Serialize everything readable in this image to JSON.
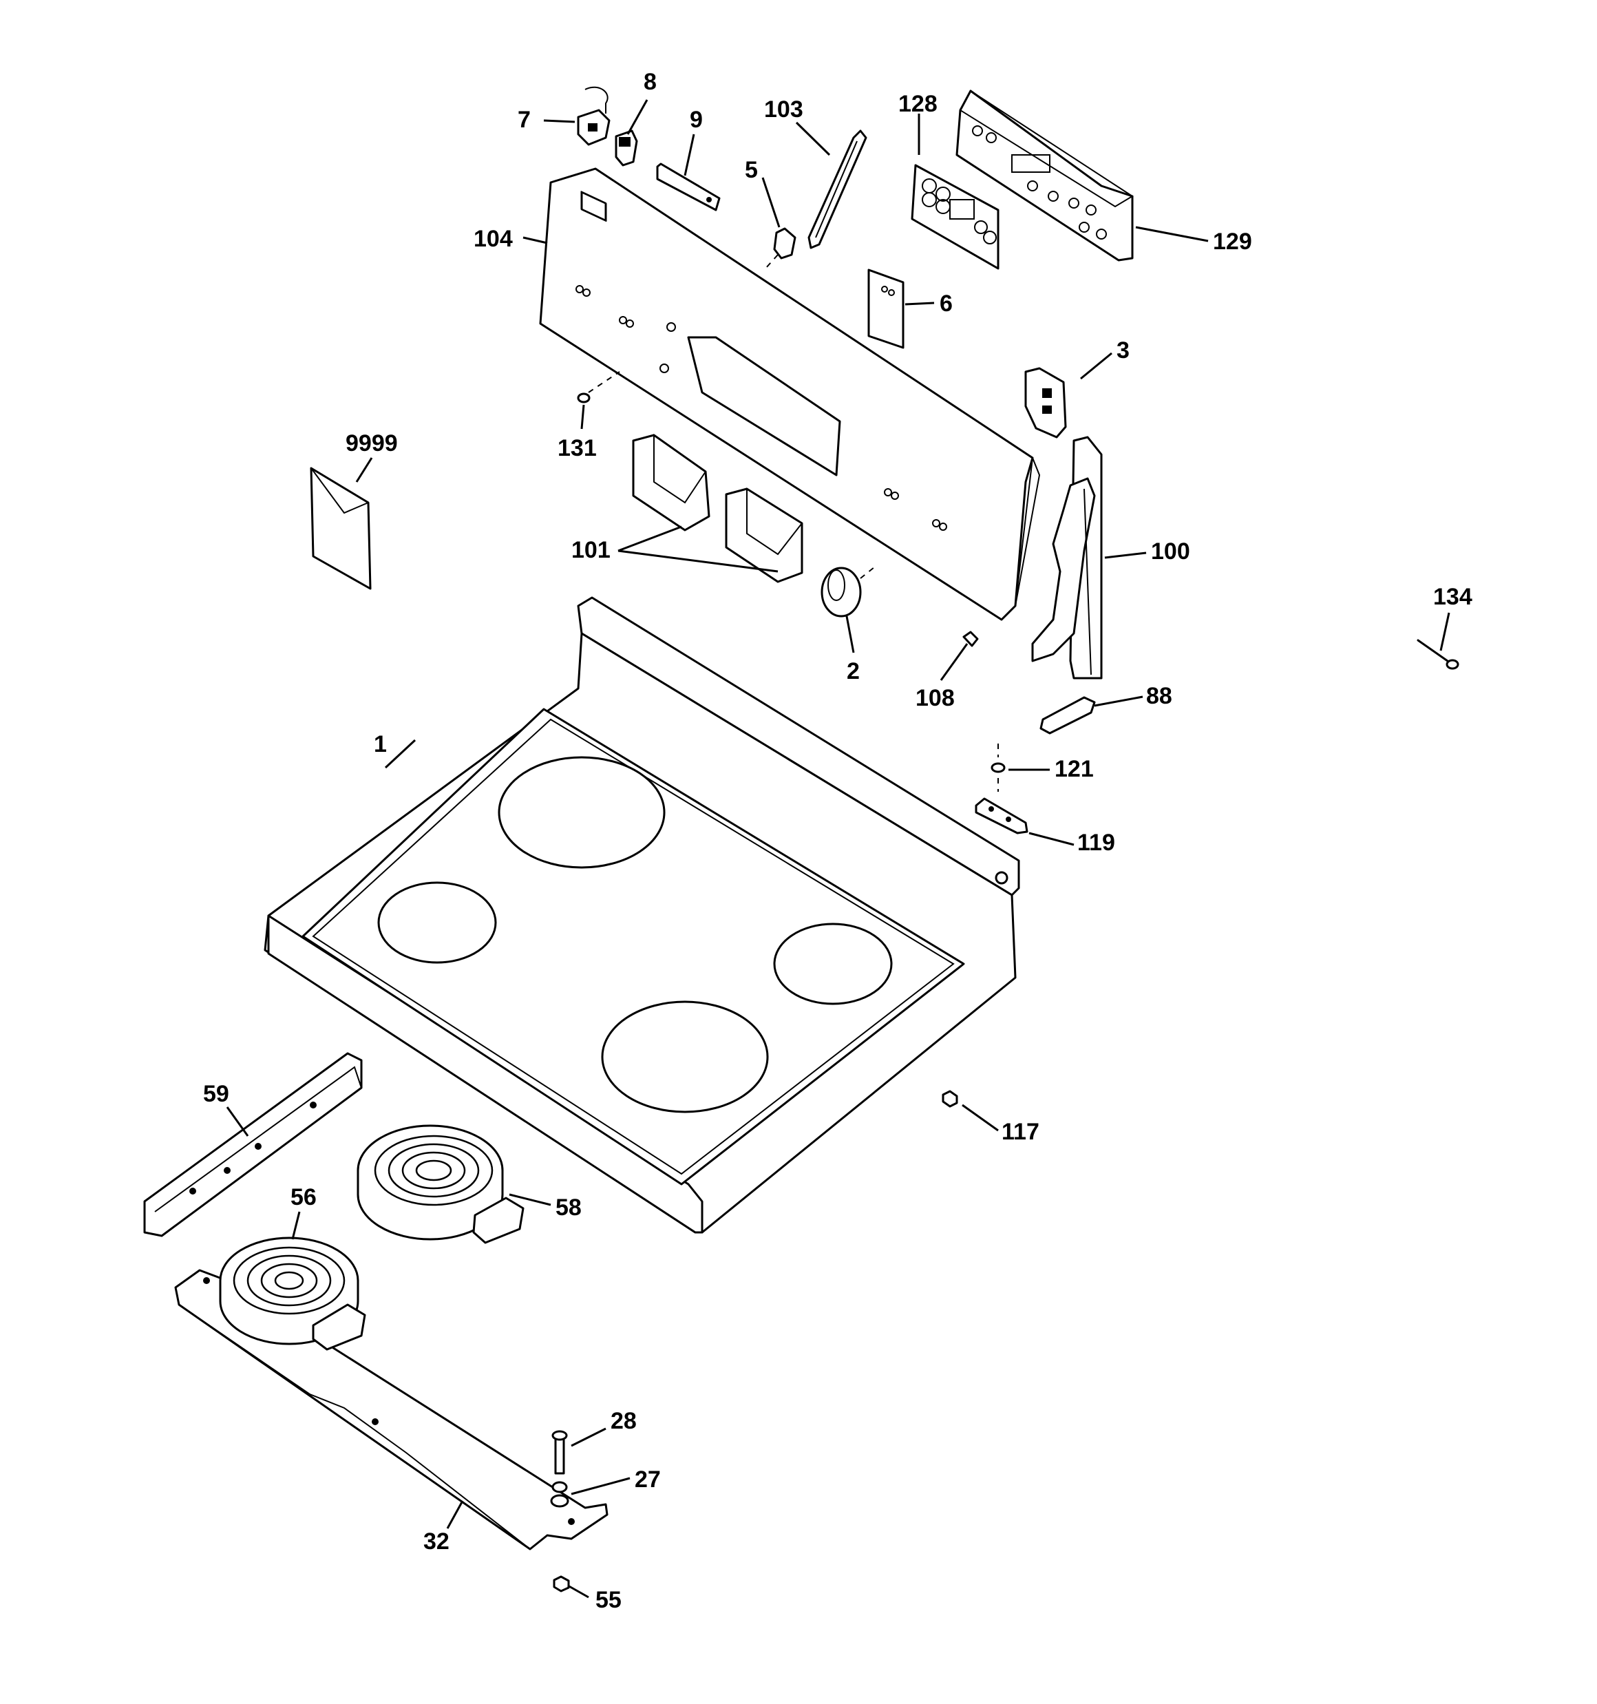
{
  "colors": {
    "line": "#000000",
    "background": "#ffffff"
  },
  "callouts": [
    {
      "key": "c1",
      "text": "1"
    },
    {
      "key": "c2",
      "text": "2"
    },
    {
      "key": "c3",
      "text": "3"
    },
    {
      "key": "c5",
      "text": "5"
    },
    {
      "key": "c6",
      "text": "6"
    },
    {
      "key": "c7",
      "text": "7"
    },
    {
      "key": "c8",
      "text": "8"
    },
    {
      "key": "c9",
      "text": "9"
    },
    {
      "key": "c27",
      "text": "27"
    },
    {
      "key": "c28",
      "text": "28"
    },
    {
      "key": "c32",
      "text": "32"
    },
    {
      "key": "c55",
      "text": "55"
    },
    {
      "key": "c56",
      "text": "56"
    },
    {
      "key": "c58",
      "text": "58"
    },
    {
      "key": "c59",
      "text": "59"
    },
    {
      "key": "c88",
      "text": "88"
    },
    {
      "key": "c100",
      "text": "100"
    },
    {
      "key": "c101",
      "text": "101"
    },
    {
      "key": "c103",
      "text": "103"
    },
    {
      "key": "c104",
      "text": "104"
    },
    {
      "key": "c108",
      "text": "108"
    },
    {
      "key": "c117",
      "text": "117"
    },
    {
      "key": "c119",
      "text": "119"
    },
    {
      "key": "c121",
      "text": "121"
    },
    {
      "key": "c128",
      "text": "128"
    },
    {
      "key": "c129",
      "text": "129"
    },
    {
      "key": "c131",
      "text": "131"
    },
    {
      "key": "c134",
      "text": "134"
    },
    {
      "key": "c9999",
      "text": "9999"
    }
  ]
}
